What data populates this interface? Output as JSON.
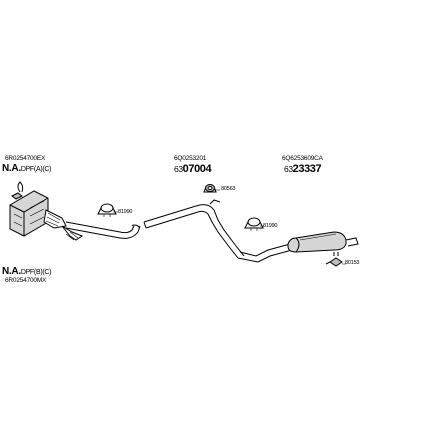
{
  "diagram": {
    "parts": {
      "left_top_part_no": "6R0254700EX",
      "left_top_na": "N.A.",
      "left_top_na_suffix": "DPF(A)(C)",
      "mid_part_no": "6Q0253201",
      "mid_part_prefix": "63",
      "mid_part_code": "07004",
      "right_part_no": "6Q6253609CA",
      "right_part_prefix": "63",
      "right_part_code": "23337",
      "left_bottom_na": "N.A.",
      "left_bottom_na_suffix": "DPF(B)(C)",
      "left_bottom_part_no": "6R0254700MX"
    },
    "callouts": {
      "clamp_left": "81990",
      "clamp_mid": "80563",
      "clamp_right": "81990",
      "hanger_rear": "80153"
    }
  }
}
